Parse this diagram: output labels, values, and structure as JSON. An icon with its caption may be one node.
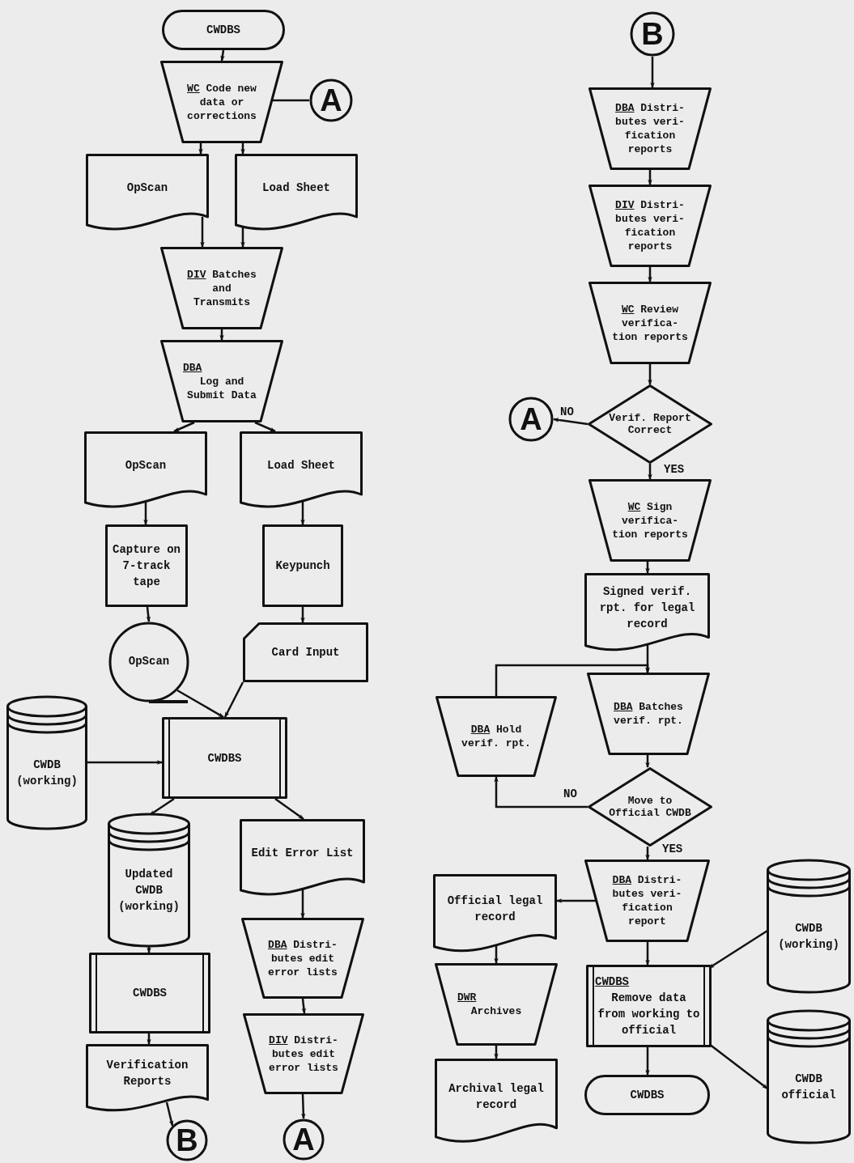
{
  "diagram": {
    "nodes": [
      {
        "text": [
          "CWDBS"
        ]
      },
      {
        "text": [
          "WC",
          "Code new data or corrections"
        ]
      },
      {
        "text": [
          "A"
        ]
      },
      {
        "text": [
          "OpScan"
        ]
      },
      {
        "text": [
          "Load Sheet"
        ]
      },
      {
        "text": [
          "DIV",
          "Batches and Transmits"
        ]
      },
      {
        "text": [
          "DBA",
          "Log and Submit Data"
        ]
      },
      {
        "text": [
          "OpScan"
        ]
      },
      {
        "text": [
          "Load Sheet"
        ]
      },
      {
        "text": [
          "Capture on 7-track tape"
        ]
      },
      {
        "text": [
          "Keypunch"
        ]
      },
      {
        "text": [
          "OpScan"
        ]
      },
      {
        "text": [
          "Card Input"
        ]
      },
      {
        "text": [
          "CWDB (working)"
        ]
      },
      {
        "text": [
          "CWDBS"
        ]
      },
      {
        "text": [
          "Updated CWDB (working)"
        ]
      },
      {
        "text": [
          "Edit Error List"
        ]
      },
      {
        "text": [
          "CWDBS"
        ]
      },
      {
        "text": [
          "Verification Reports"
        ]
      },
      {
        "text": [
          "DBA",
          "Distri- butes edit error lists"
        ]
      },
      {
        "text": [
          "DIV",
          "Distri- butes edit error lists"
        ]
      },
      {
        "text": [
          "B"
        ]
      },
      {
        "text": [
          "A"
        ]
      },
      {
        "text": [
          "B"
        ]
      },
      {
        "text": [
          "DBA",
          "Distri- butes veri- fication reports"
        ]
      },
      {
        "text": [
          "DIV",
          "Distri- butes veri- fication reports"
        ]
      },
      {
        "text": [
          "WC",
          "Review verifica- tion reports"
        ]
      },
      {
        "text": [
          "Verif. Report Correct"
        ]
      },
      {
        "text": [
          "A"
        ]
      },
      {
        "text": [
          "WC",
          "Sign verifica- tion reports"
        ]
      },
      {
        "text": [
          "Signed verif. rpt. for legal record"
        ]
      },
      {
        "text": [
          "DBA",
          "Batches verif. rpt."
        ]
      },
      {
        "text": [
          "DBA",
          "Hold verif. rpt."
        ]
      },
      {
        "text": [
          "Move to Official CWDB"
        ]
      },
      {
        "text": [
          "DBA",
          "Distri- butes veri- fication report"
        ]
      },
      {
        "text": [
          "Official legal record"
        ]
      },
      {
        "text": [
          "CWDB (working)"
        ]
      },
      {
        "text": [
          "CWDBS",
          "Remove data from working to official"
        ]
      },
      {
        "text": [
          "DWR",
          "Archives"
        ]
      },
      {
        "text": [
          "Archival legal record"
        ]
      },
      {
        "text": [
          "CWDBS"
        ]
      },
      {
        "text": [
          "CWDB official"
        ]
      }
    ],
    "edges": [
      {
        "from": 0,
        "to": 1,
        "arrow": "to"
      },
      {
        "from": 2,
        "to": 1,
        "arrow": "none"
      },
      {
        "from": 1,
        "to": 3,
        "arrow": "to"
      },
      {
        "from": 1,
        "to": 4,
        "arrow": "to"
      },
      {
        "from": 3,
        "to": 5,
        "arrow": "to"
      },
      {
        "from": 4,
        "to": 5,
        "arrow": "to"
      },
      {
        "from": 5,
        "to": 6,
        "arrow": "to"
      },
      {
        "from": 6,
        "to": 7,
        "arrow": "to"
      },
      {
        "from": 6,
        "to": 8,
        "arrow": "to"
      },
      {
        "from": 7,
        "to": 9,
        "arrow": "to"
      },
      {
        "from": 8,
        "to": 10,
        "arrow": "to"
      },
      {
        "from": 9,
        "to": 11,
        "arrow": "to"
      },
      {
        "from": 10,
        "to": 12,
        "arrow": "to"
      },
      {
        "from": 11,
        "to": 14,
        "arrow": "to"
      },
      {
        "from": 12,
        "to": 14,
        "arrow": "to"
      },
      {
        "from": 13,
        "to": 14,
        "arrow": "to"
      },
      {
        "from": 14,
        "to": 15,
        "arrow": "to"
      },
      {
        "from": 14,
        "to": 16,
        "arrow": "to"
      },
      {
        "from": 15,
        "to": 17,
        "arrow": "to"
      },
      {
        "from": 16,
        "to": 19,
        "arrow": "to"
      },
      {
        "from": 17,
        "to": 18,
        "arrow": "to"
      },
      {
        "from": 18,
        "to": 21,
        "arrow": "to"
      },
      {
        "from": 19,
        "to": 20,
        "arrow": "to"
      },
      {
        "from": 20,
        "to": 22,
        "arrow": "to"
      },
      {
        "from": 23,
        "to": 24,
        "arrow": "to"
      },
      {
        "from": 24,
        "to": 25,
        "arrow": "to"
      },
      {
        "from": 25,
        "to": 26,
        "arrow": "to"
      },
      {
        "from": 26,
        "to": 27,
        "arrow": "to"
      },
      {
        "from": 27,
        "to": 28,
        "arrow": "to",
        "label": "NO"
      },
      {
        "from": 27,
        "to": 29,
        "arrow": "to",
        "label": "YES"
      },
      {
        "from": 29,
        "to": 30,
        "arrow": "to"
      },
      {
        "from": 30,
        "to": 31,
        "arrow": "to"
      },
      {
        "from": 32,
        "to": 31,
        "arrow": "to"
      },
      {
        "from": 31,
        "to": 33,
        "arrow": "to"
      },
      {
        "from": 33,
        "to": 32,
        "arrow": "to",
        "label": "NO"
      },
      {
        "from": 33,
        "to": 34,
        "arrow": "to",
        "label": "YES"
      },
      {
        "from": 34,
        "to": 35,
        "arrow": "to"
      },
      {
        "from": 34,
        "to": 37,
        "arrow": "to"
      },
      {
        "from": 35,
        "to": 38,
        "arrow": "to"
      },
      {
        "from": 38,
        "to": 39,
        "arrow": "to"
      },
      {
        "from": 36,
        "to": 37,
        "arrow": "to"
      },
      {
        "from": 37,
        "to": 40,
        "arrow": "to"
      },
      {
        "from": 37,
        "to": 41,
        "arrow": "to"
      }
    ]
  }
}
